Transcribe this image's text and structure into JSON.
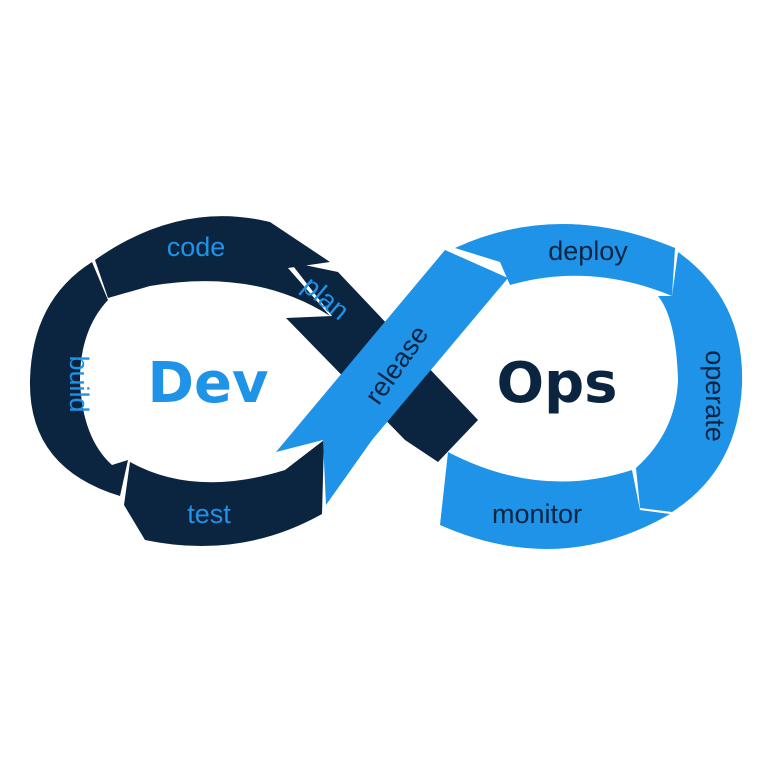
{
  "title": {
    "dev": "Dev",
    "ops": "Ops"
  },
  "stages": {
    "plan": "plan",
    "code": "code",
    "build": "build",
    "test": "test",
    "release": "release",
    "deploy": "deploy",
    "operate": "operate",
    "monitor": "monitor"
  },
  "colors": {
    "dev_segments": "#0b2540",
    "ops_segments": "#1e93e8",
    "dev_text": "#1e93e8",
    "ops_text": "#0b2540",
    "background": "#ffffff"
  }
}
